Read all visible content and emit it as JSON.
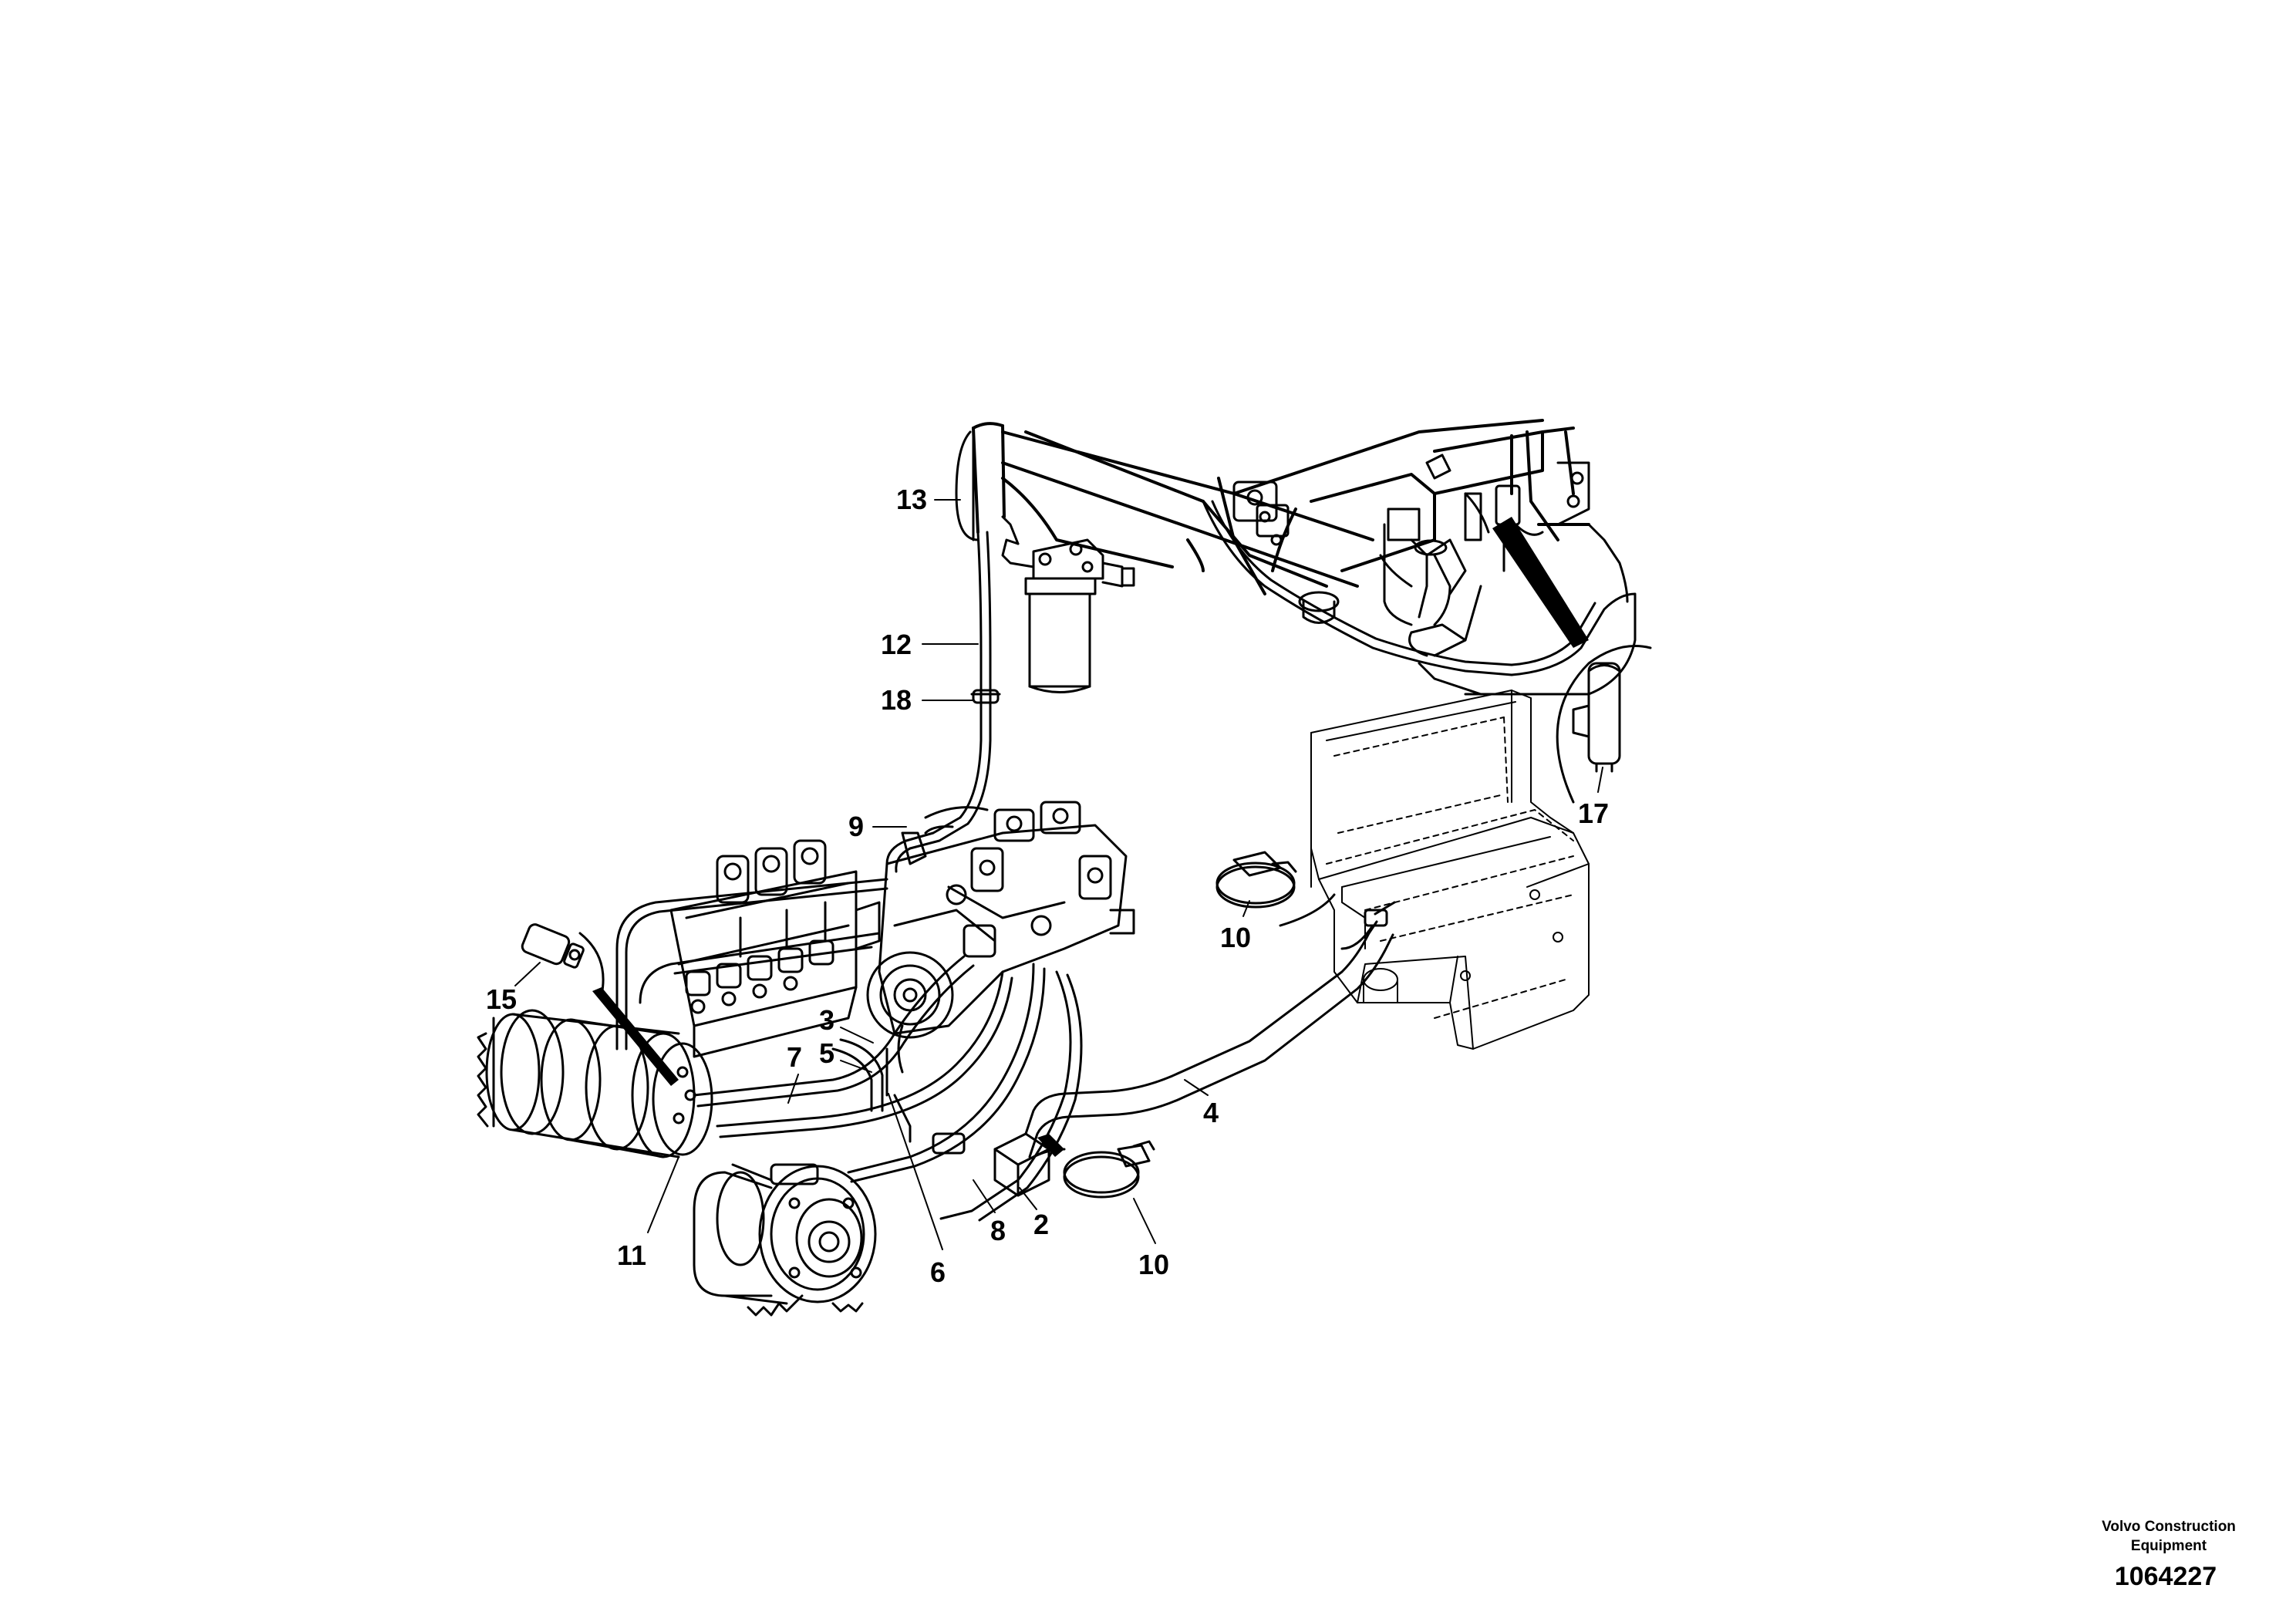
{
  "callouts": [
    {
      "id": "c13",
      "label": "13"
    },
    {
      "id": "c12",
      "label": "12"
    },
    {
      "id": "c18",
      "label": "18"
    },
    {
      "id": "c9",
      "label": "9"
    },
    {
      "id": "c17",
      "label": "17"
    },
    {
      "id": "c10a",
      "label": "10"
    },
    {
      "id": "c15",
      "label": "15"
    },
    {
      "id": "c3",
      "label": "3"
    },
    {
      "id": "c5",
      "label": "5"
    },
    {
      "id": "c7",
      "label": "7"
    },
    {
      "id": "c4",
      "label": "4"
    },
    {
      "id": "c11",
      "label": "11"
    },
    {
      "id": "c6",
      "label": "6"
    },
    {
      "id": "c8",
      "label": "8"
    },
    {
      "id": "c2",
      "label": "2"
    },
    {
      "id": "c10b",
      "label": "10"
    }
  ],
  "brand": {
    "line1": "Volvo Construction",
    "line2": "Equipment",
    "doc_number": "1064227"
  }
}
